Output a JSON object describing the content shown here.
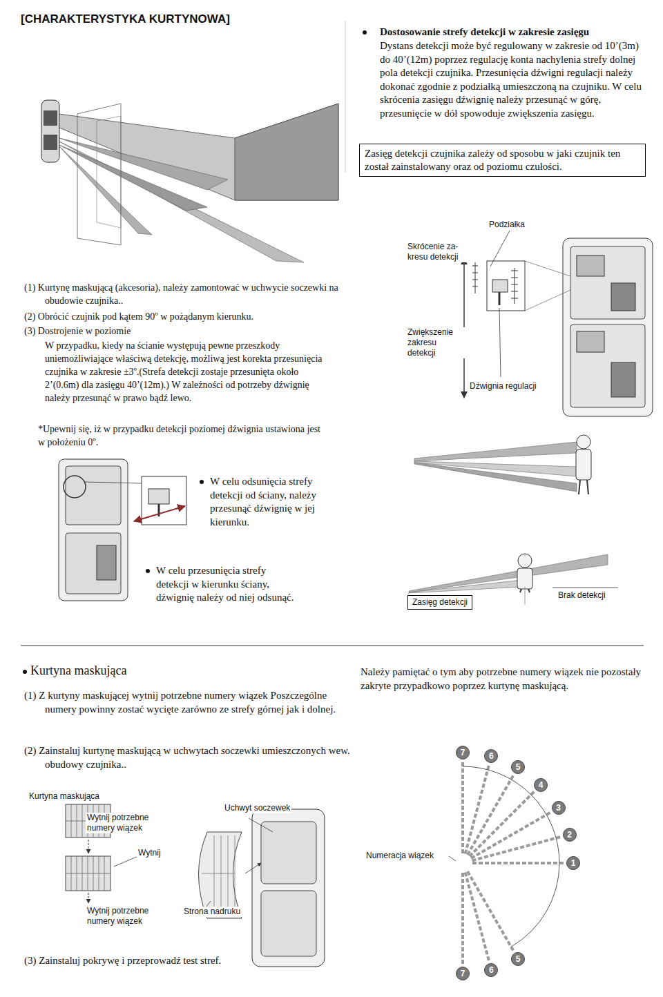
{
  "diagram": {
    "title": "[CHARAKTERYSTYKA KURTYNOWA]",
    "nodes": [
      {
        "text": [
          "Zasięg detekcji czujnika zależy od sposobu w jaki czujnik ten został zainstalowany oraz od poziomu czułości."
        ]
      },
      {
        "text": [
          "Zasięg detekcji"
        ]
      },
      {
        "text": [
          "7"
        ]
      },
      {
        "text": [
          "6"
        ]
      },
      {
        "text": [
          "5"
        ]
      },
      {
        "text": [
          "4"
        ]
      },
      {
        "text": [
          "3"
        ]
      },
      {
        "text": [
          "2"
        ]
      },
      {
        "text": [
          "1"
        ]
      },
      {
        "text": [
          "7"
        ]
      },
      {
        "text": [
          "6"
        ]
      },
      {
        "text": [
          "5"
        ]
      }
    ],
    "labels": [
      "Dostosowanie strefy detekcji w zakresie zasięgu",
      "Dystans detekcji może być regulowany w zakresie od 10’(3m) do 40’(12m) poprzez regulację konta nachylenia strefy dolnej pola detekcji czujnika. Przesunięcia dźwigni regulacji należy dokonać zgodnie z podziałką umieszczoną na czujniku. W celu skrócenia zasięgu dźwignię należy przesunąć w górę, przesunięcie w dół spowoduje zwiększenia zasięgu.",
      "Podziałka",
      "Skrócenie za- kresu detekcji",
      "Zwiększenie zakresu detekcji",
      "Dźwignia regulacji",
      "(1) Kurtynę maskującą (akcesoria), należy zamontować w uchwycie soczewki na obudowie czujnika..",
      "(2) Obrócić czujnik pod kątem 90º w pożądanym kierunku.",
      "(3) Dostrojenie w poziomie",
      "W przypadku, kiedy na ścianie występują pewne przeszkody uniemożliwiające właściwą detekcję, możliwą jest korekta przesunięcia czujnika w zakresie ±3º.(Strefa detekcji zostaje przesunięta około 2’(0.6m) dla zasięgu 40’(12m).) W zależności od potrzeby dźwignię należy przesunąć w prawo bądź lewo.",
      "*Upewnij się, iż w przypadku detekcji poziomej dźwignia ustawiona jest w położeniu 0º.",
      "W celu odsunięcia strefy detekcji od ściany, należy przesunąć dźwignię w jej kierunku.",
      "W celu przesunięcia strefy detekcji w kierunku ściany, dźwignię należy od niej odsunąć.",
      "Brak detekcji",
      "Kurtyna maskująca",
      "(1) Z kurtyny maskującej wytnij potrzebne numery wiązek Poszczególne numery powinny zostać wycięte zarówno ze strefy górnej jak i dolnej.",
      "(2) Zainstaluj kurtynę maskującą w uchwytach soczewki umieszczonych wew. obudowy czujnika..",
      "Kurtyna maskująca",
      "Wytnij potrzebne numery wiązek",
      "Wytnij",
      "Uchwyt soczewek",
      "Wytnij potrzebne numery wiązek",
      "Strona nadruku",
      "(3) Zainstaluj pokrywę i przeprowadź test stref.",
      "Należy pamiętać o tym aby potrzebne numery wiązek nie pozostały zakryte przypadkowo poprzez kurtynę maskującą.",
      "Numeracja wiązek"
    ]
  }
}
